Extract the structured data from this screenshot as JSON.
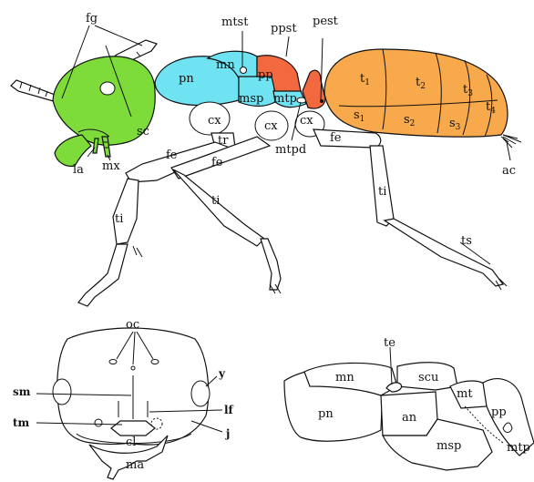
{
  "colors": {
    "head": "#7ddb3a",
    "thorax": "#6fe3f2",
    "petiole": "#f2683f",
    "gaster": "#f7a94b"
  },
  "labels": {
    "fg": "fg",
    "mtst": "mtst",
    "ppst": "ppst",
    "pest": "pest",
    "pn": "pn",
    "mn": "mn",
    "pp": "pp",
    "msp": "msp",
    "mtp": "mtp",
    "t1": "t",
    "t1s": "1",
    "t2": "t",
    "t2s": "2",
    "t3": "t",
    "t3s": "3",
    "t4": "t",
    "t4s": "4",
    "s1": "s",
    "s1s": "1",
    "s2": "s",
    "s2s": "2",
    "s3": "s",
    "s3s": "3",
    "sc": "sc",
    "cx1": "cx",
    "cx2": "cx",
    "cx3": "cx",
    "tr": "tr",
    "fe1": "fe",
    "fe2": "fe",
    "fe3": "fe",
    "la": "la",
    "mx": "mx",
    "mtpd": "mtpd",
    "ac": "ac",
    "ti1": "ti",
    "ti2": "ti",
    "ti3": "ti",
    "ts": "ts",
    "oc": "oc",
    "y": "y",
    "sm": "sm",
    "lf": "lf",
    "tm": "tm",
    "j": "j",
    "cl": "cl",
    "ma": "ma",
    "te": "te",
    "mn2": "mn",
    "scu": "scu",
    "mt2": "mt",
    "pp2": "pp",
    "pn2": "pn",
    "an": "an",
    "msp2": "msp",
    "mtp2": "mtp"
  }
}
